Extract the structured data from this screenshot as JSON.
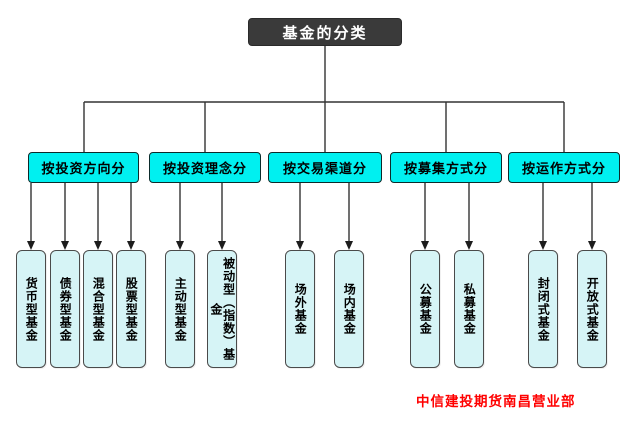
{
  "title": "基金的分类",
  "watermark": "中信建投期货南昌营业部",
  "colors": {
    "title_bg": "#3a3a3a",
    "title_text": "#ffffff",
    "category_bg": "#00f0f0",
    "leaf_bg": "#d6f4f6",
    "line": "#333333",
    "watermark_text": "#ff0000"
  },
  "groups": [
    {
      "label": "按投资方向分",
      "leaves": [
        "货币型基金",
        "债券型基金",
        "混合型基金",
        "股票型基金"
      ]
    },
    {
      "label": "按投资理念分",
      "leaves": [
        "主动型基金",
        "被动型（指数）基金"
      ]
    },
    {
      "label": "按交易渠道分",
      "leaves": [
        "场外基金",
        "场内基金"
      ]
    },
    {
      "label": "按募集方式分",
      "leaves": [
        "公募基金",
        "私募基金"
      ]
    },
    {
      "label": "按运作方式分",
      "leaves": [
        "封闭式基金",
        "开放式基金"
      ]
    }
  ]
}
